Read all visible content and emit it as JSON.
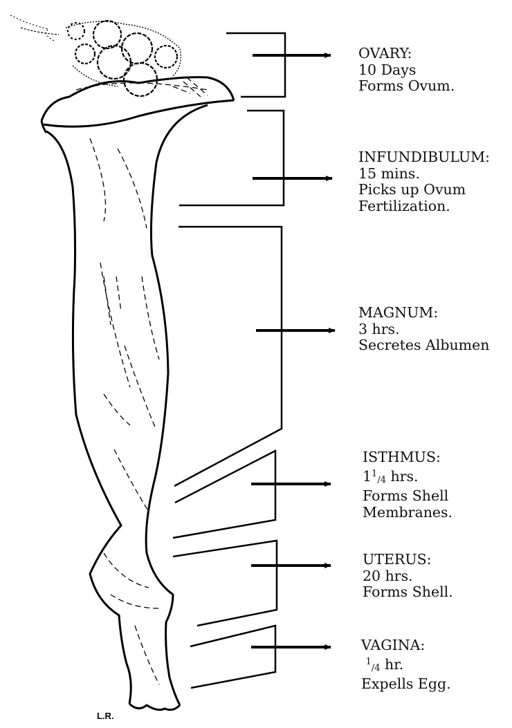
{
  "stages": [
    {
      "name": "OVARY:",
      "time": "10 Days",
      "function": "Forms Ovum."
    },
    {
      "name": "INFUNDIBULUM:",
      "time": "15 mins.",
      "function": "Picks up Ovum",
      "function2": "Fertilization."
    },
    {
      "name": "MAGNUM:",
      "time": "3 hrs.",
      "function": "Secretes Albumen"
    },
    {
      "name": "ISTHMUS:",
      "time_whole": "1",
      "time_num": "1",
      "time_den": "4",
      "time_unit": " hrs.",
      "function": "Forms Shell",
      "function2": "Membranes."
    },
    {
      "name": "UTERUS:",
      "time": "20 hrs.",
      "function": "Forms Shell."
    },
    {
      "name": "VAGINA:",
      "time_num": "1",
      "time_den": "4",
      "time_unit": " hr.",
      "function": "Expells Egg."
    }
  ],
  "artist_initials": "L.R."
}
